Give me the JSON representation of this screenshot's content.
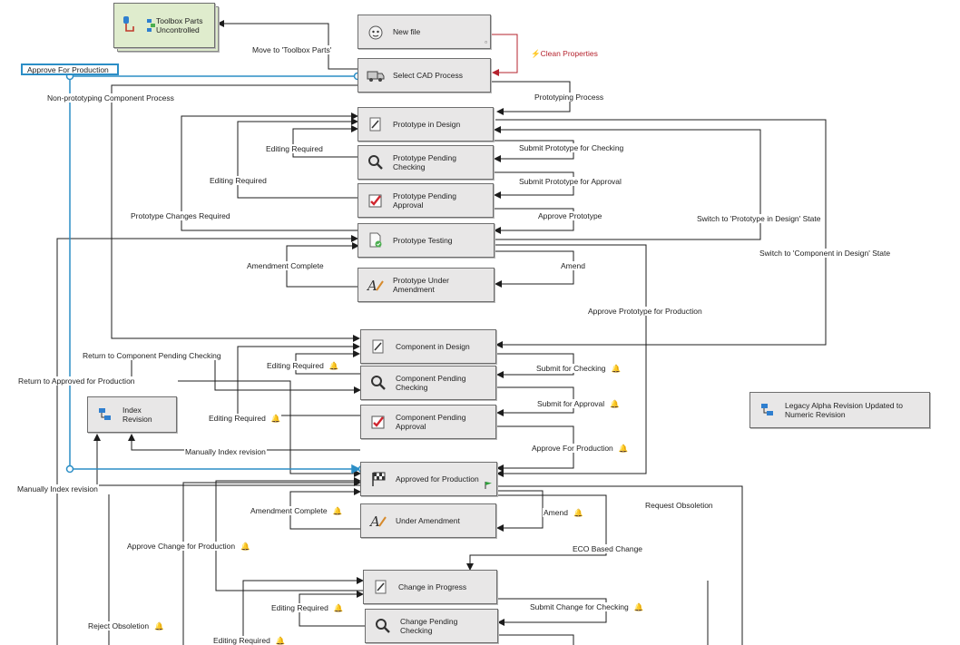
{
  "nodes": {
    "toolbox_parts": "Toolbox Parts\nUncontrolled",
    "new_file": "New file",
    "select_cad": "Select CAD Process",
    "prototype_in_design": "Prototype in Design",
    "prototype_pending_checking": "Prototype Pending Checking",
    "prototype_pending_approval": "Prototype Pending Approval",
    "prototype_testing": "Prototype Testing",
    "prototype_under_amendment": "Prototype Under Amendment",
    "component_in_design": "Component in Design",
    "component_pending_checking": "Component Pending Checking",
    "component_pending_approval": "Component Pending Approval",
    "index_revision": "Index Revision",
    "approved_for_production": "Approved for Production",
    "under_amendment": "Under Amendment",
    "change_in_progress": "Change in Progress",
    "change_pending_checking": "Change Pending Checking",
    "legacy_alpha": "Legacy Alpha Revision Updated to Numeric Revision"
  },
  "labels": {
    "approve_for_production_selected": "Approve For Production",
    "move_to_toolbox": "Move to 'Toolbox Parts'",
    "clean_properties": "Clean Properties",
    "non_prototyping": "Non-prototyping Component Process",
    "prototyping_process": "Prototyping Process",
    "editing_required_1": "Editing Required",
    "submit_prototype_checking": "Submit Prototype for Checking",
    "editing_required_2": "Editing Required",
    "submit_prototype_approval": "Submit Prototype for Approval",
    "prototype_changes_required": "Prototype Changes Required",
    "approve_prototype": "Approve Prototype",
    "switch_prototype_design": "Switch to 'Prototype in Design' State",
    "switch_component_design": "Switch to 'Component in Design' State",
    "amendment_complete_1": "Amendment Complete",
    "amend_1": "Amend",
    "approve_prototype_production": "Approve Prototype for Production",
    "return_component_pending_checking": "Return to Component Pending Checking",
    "editing_required_3": "Editing Required",
    "return_approved_production": "Return to Approved for Production",
    "submit_for_checking": "Submit for Checking",
    "submit_for_approval": "Submit for Approval",
    "editing_required_4": "Editing Required",
    "manually_index_1": "Manually Index revision",
    "approve_for_production": "Approve For Production",
    "manually_index_2": "Manually Index revision",
    "amendment_complete_2": "Amendment Complete",
    "amend_2": "Amend",
    "request_obsoletion": "Request Obsoletion",
    "approve_change_production": "Approve Change for Production",
    "eco_based_change": "ECO Based Change",
    "editing_required_5": "Editing Required",
    "submit_change_checking": "Submit Change for Checking",
    "reject_obsoletion": "Reject Obsoletion",
    "editing_required_6": "Editing Required"
  },
  "colors": {
    "node_fill": "#e8e7e7",
    "toolbox_fill": "#dfeccd",
    "arrow": "#1c1c1c",
    "selected": "#2c8ec6",
    "clean_arrow": "#b5232e",
    "bell": "#e8b92d"
  }
}
